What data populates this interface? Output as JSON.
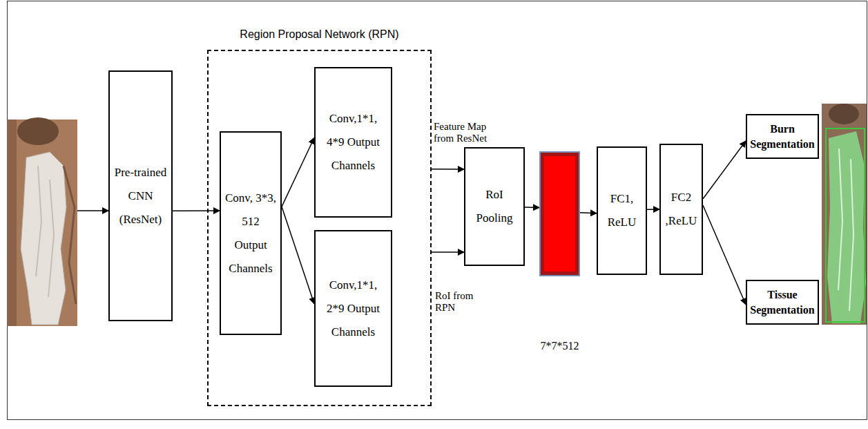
{
  "diagram": {
    "nodes": [
      {
        "text": [
          "Pre-trained CNN (ResNet)"
        ]
      },
      {
        "text": [
          "Region Proposal Network (RPN)"
        ]
      },
      {
        "text": [
          "Conv, 3*3, 512 Output Channels"
        ],
        "in": 1
      },
      {
        "text": [
          "Conv,1*1, 4*9 Output Channels"
        ],
        "in": 1
      },
      {
        "text": [
          "Conv,1*1, 2*9 Output Channels"
        ],
        "in": 1
      },
      {
        "text": [
          "RoI Pooling"
        ]
      },
      {
        "text": [
          "7*7*512"
        ]
      },
      {
        "text": [
          "FC1, ReLU"
        ]
      },
      {
        "text": [
          "FC2 ,ReLU"
        ]
      },
      {
        "text": [
          "Burn Segmentation"
        ]
      },
      {
        "text": [
          "Tissue Segmentation"
        ]
      }
    ],
    "edges": [
      {
        "from": 0,
        "to": 2,
        "arrow": "to"
      },
      {
        "from": 2,
        "to": 3,
        "arrow": "to"
      },
      {
        "from": 2,
        "to": 4,
        "arrow": "to"
      },
      {
        "from": 1,
        "to": 5,
        "label": "Feature Map from ResNet",
        "arrow": "to"
      },
      {
        "from": 1,
        "to": 5,
        "label": "RoI from RPN",
        "arrow": "to"
      },
      {
        "from": 5,
        "to": 6,
        "arrow": "to"
      },
      {
        "from": 6,
        "to": 7,
        "arrow": "to"
      },
      {
        "from": 7,
        "to": 8,
        "arrow": "to"
      },
      {
        "from": 8,
        "to": 9,
        "arrow": "to"
      },
      {
        "from": 8,
        "to": 10,
        "arrow": "to"
      }
    ]
  }
}
